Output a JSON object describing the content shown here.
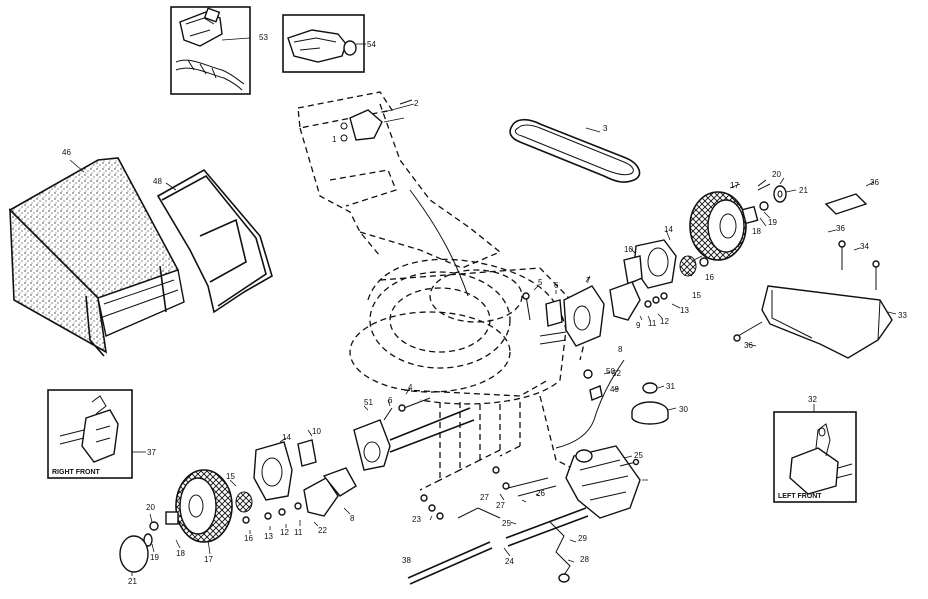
{
  "diagram": {
    "callouts": [
      {
        "id": "c53",
        "text": "53"
      },
      {
        "id": "c54",
        "text": "54"
      },
      {
        "id": "c46",
        "text": "46"
      },
      {
        "id": "c48",
        "text": "48"
      },
      {
        "id": "c1",
        "text": "1"
      },
      {
        "id": "c2",
        "text": "2"
      },
      {
        "id": "c3",
        "text": "3"
      },
      {
        "id": "c17r",
        "text": "17"
      },
      {
        "id": "c20r",
        "text": "20"
      },
      {
        "id": "c21r",
        "text": "21"
      },
      {
        "id": "c19r",
        "text": "19"
      },
      {
        "id": "c18r",
        "text": "18"
      },
      {
        "id": "c36a",
        "text": "36"
      },
      {
        "id": "c36b",
        "text": "36"
      },
      {
        "id": "c34",
        "text": "34"
      },
      {
        "id": "c33",
        "text": "33"
      },
      {
        "id": "c36c",
        "text": "36"
      },
      {
        "id": "c14r",
        "text": "14"
      },
      {
        "id": "c10r",
        "text": "10"
      },
      {
        "id": "c16r",
        "text": "16"
      },
      {
        "id": "c15r",
        "text": "15"
      },
      {
        "id": "c13r",
        "text": "13"
      },
      {
        "id": "c12r",
        "text": "12"
      },
      {
        "id": "c11r",
        "text": "11"
      },
      {
        "id": "c9",
        "text": "9"
      },
      {
        "id": "c8r",
        "text": "8"
      },
      {
        "id": "c7",
        "text": "7"
      },
      {
        "id": "c6r",
        "text": "6"
      },
      {
        "id": "c5",
        "text": "5"
      },
      {
        "id": "c52",
        "text": "52"
      },
      {
        "id": "c50",
        "text": "50"
      },
      {
        "id": "c49",
        "text": "49"
      },
      {
        "id": "c31",
        "text": "31"
      },
      {
        "id": "c30",
        "text": "30"
      },
      {
        "id": "c32",
        "text": "32"
      },
      {
        "id": "c4",
        "text": "4"
      },
      {
        "id": "c51",
        "text": "51"
      },
      {
        "id": "c6l",
        "text": "6"
      },
      {
        "id": "c37",
        "text": "37"
      },
      {
        "id": "c14l",
        "text": "14"
      },
      {
        "id": "c10l",
        "text": "10"
      },
      {
        "id": "c15l",
        "text": "15"
      },
      {
        "id": "c8l",
        "text": "8"
      },
      {
        "id": "c22",
        "text": "22"
      },
      {
        "id": "c20l",
        "text": "20"
      },
      {
        "id": "c19l",
        "text": "19"
      },
      {
        "id": "c18l",
        "text": "18"
      },
      {
        "id": "c17l",
        "text": "17"
      },
      {
        "id": "c16l",
        "text": "16"
      },
      {
        "id": "c13l",
        "text": "13"
      },
      {
        "id": "c12l",
        "text": "12"
      },
      {
        "id": "c11l",
        "text": "11"
      },
      {
        "id": "c21l",
        "text": "21"
      },
      {
        "id": "c23",
        "text": "23"
      },
      {
        "id": "c27a",
        "text": "27"
      },
      {
        "id": "c27b",
        "text": "27"
      },
      {
        "id": "c26",
        "text": "26"
      },
      {
        "id": "c25a",
        "text": "25"
      },
      {
        "id": "c25b",
        "text": "25"
      },
      {
        "id": "c24",
        "text": "24"
      },
      {
        "id": "c29",
        "text": "29"
      },
      {
        "id": "c28",
        "text": "28"
      },
      {
        "id": "c38",
        "text": "38"
      }
    ],
    "inset_captions": {
      "right_front": "RIGHT FRONT",
      "left_front": "LEFT FRONT"
    }
  }
}
